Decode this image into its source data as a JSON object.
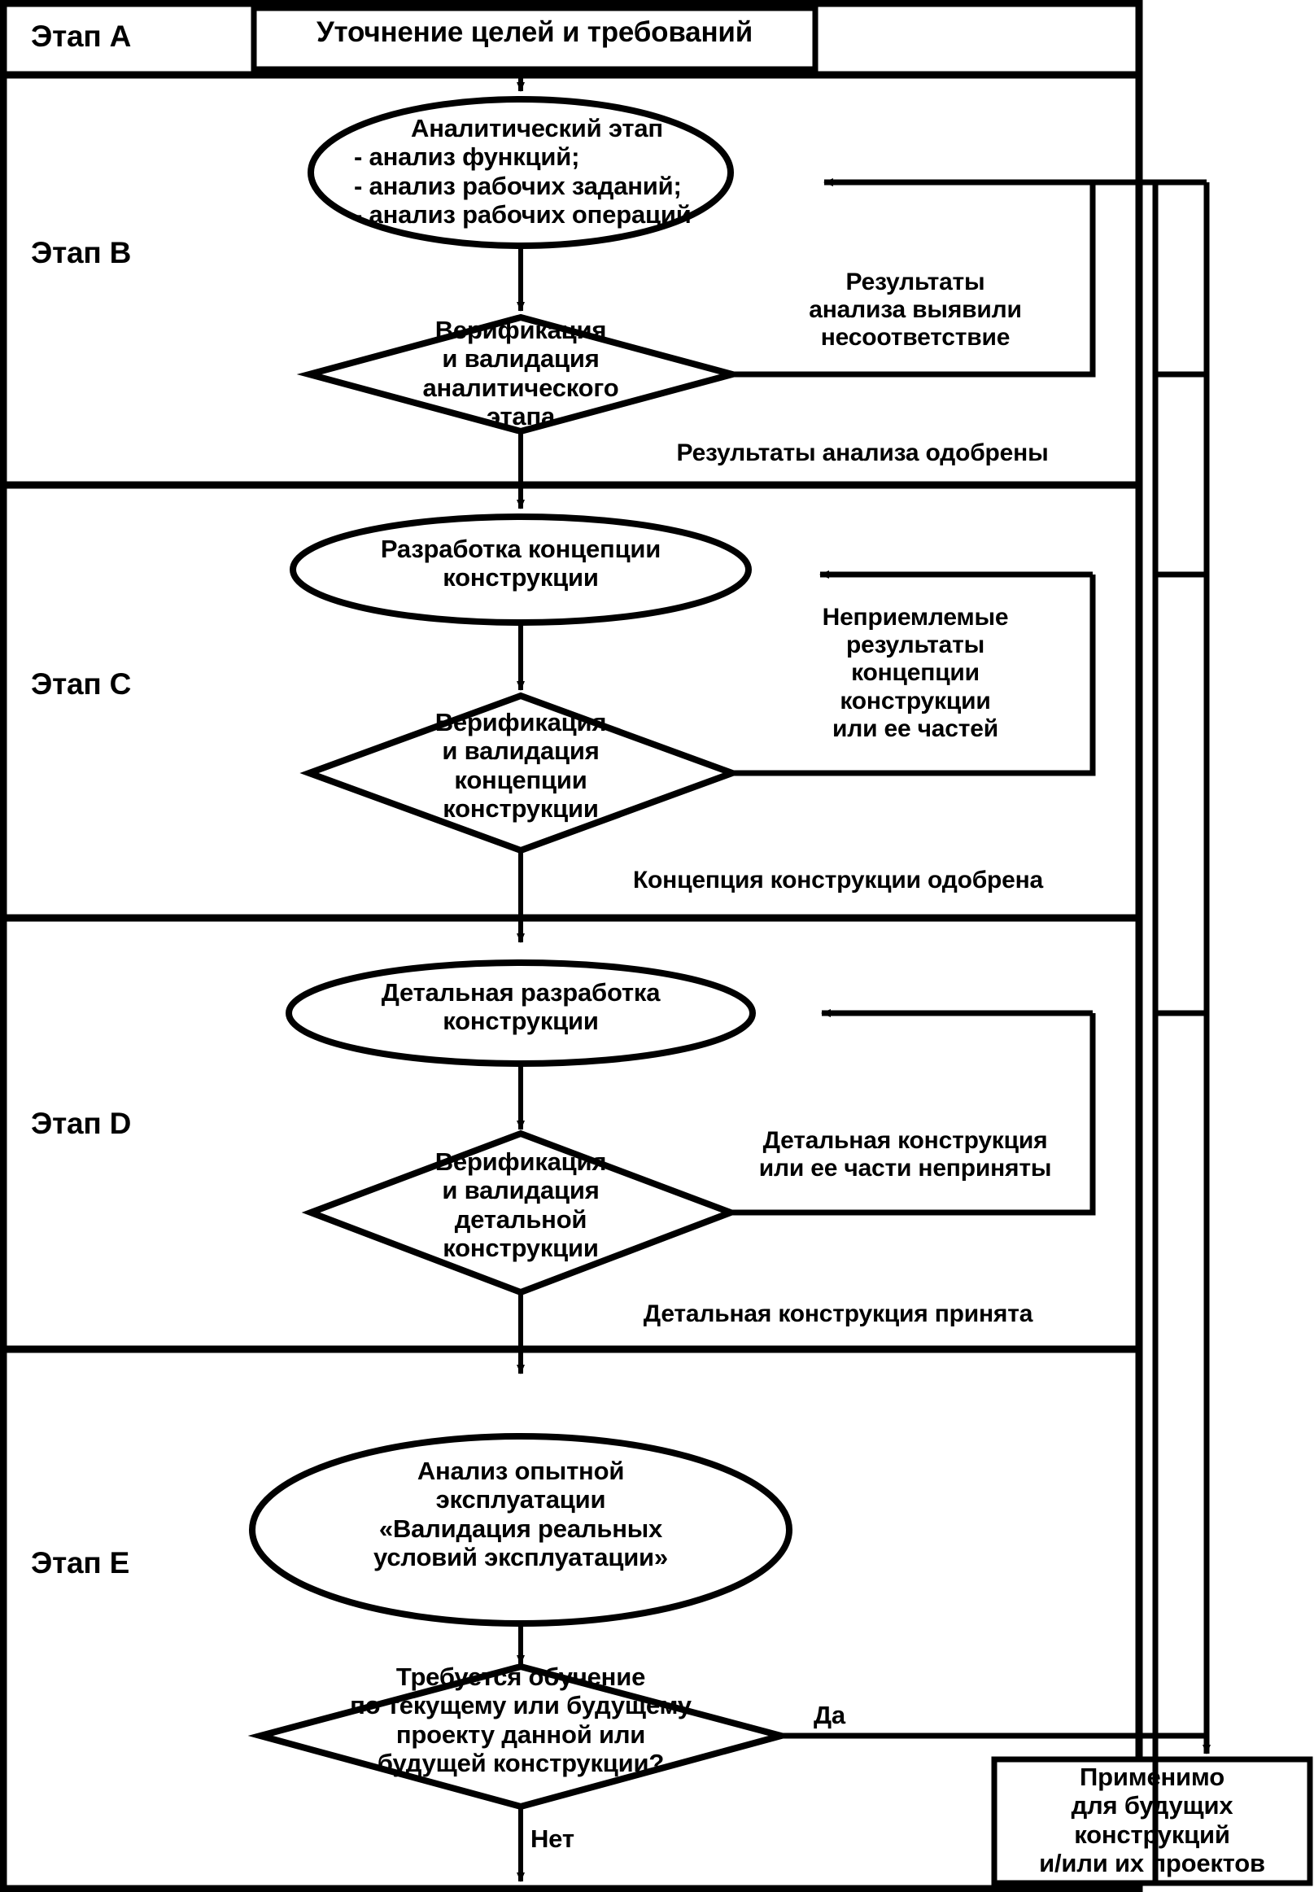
{
  "diagram": {
    "title_box": "Уточнение целей и требований",
    "stages": [
      {
        "id": "A",
        "label": "Этап A"
      },
      {
        "id": "B",
        "label": "Этап B"
      },
      {
        "id": "C",
        "label": "Этап C"
      },
      {
        "id": "D",
        "label": "Этап D"
      },
      {
        "id": "E",
        "label": "Этап E"
      }
    ],
    "stage_b": {
      "process_lines": [
        "Аналитический этап",
        "- анализ функций;",
        "- анализ рабочих заданий;",
        "- анализ рабочих операций"
      ],
      "decision_lines": [
        "Верификация",
        "и валидация",
        "аналитического",
        "этапа"
      ],
      "feedback_lines": [
        "Результаты",
        "анализа выявили",
        "несоответствие"
      ],
      "pass_label": "Результаты анализа одобрены"
    },
    "stage_c": {
      "process_lines": [
        "Разработка концепции",
        "конструкции"
      ],
      "decision_lines": [
        "Верификация",
        "и валидация",
        "концепции",
        "конструкции"
      ],
      "feedback_lines": [
        "Неприемлемые",
        "результаты",
        "концепции",
        "конструкции",
        "или ее частей"
      ],
      "pass_label": "Концепция конструкции одобрена"
    },
    "stage_d": {
      "process_lines": [
        "Детальная разработка",
        "конструкции"
      ],
      "decision_lines": [
        "Верификация",
        "и валидация",
        "детальной",
        "конструкции"
      ],
      "feedback_lines": [
        "Детальная конструкция",
        "или ее части неприняты"
      ],
      "pass_label": "Детальная конструкция принята"
    },
    "stage_e": {
      "process_lines": [
        "Анализ опытной",
        "эксплуатации",
        "«Валидация реальных",
        "условий эксплуатации»"
      ],
      "decision_lines": [
        "Требуется обучение",
        "по текущему или будущему",
        "проекту данной или",
        "будущей конструкции?"
      ],
      "yes_label": "Да",
      "no_label": "Нет",
      "result_box_lines": [
        "Применимо",
        "для будущих",
        "конструкций",
        "и/или их проектов"
      ]
    },
    "colors": {
      "stroke": "#000000",
      "fill": "#ffffff"
    }
  }
}
